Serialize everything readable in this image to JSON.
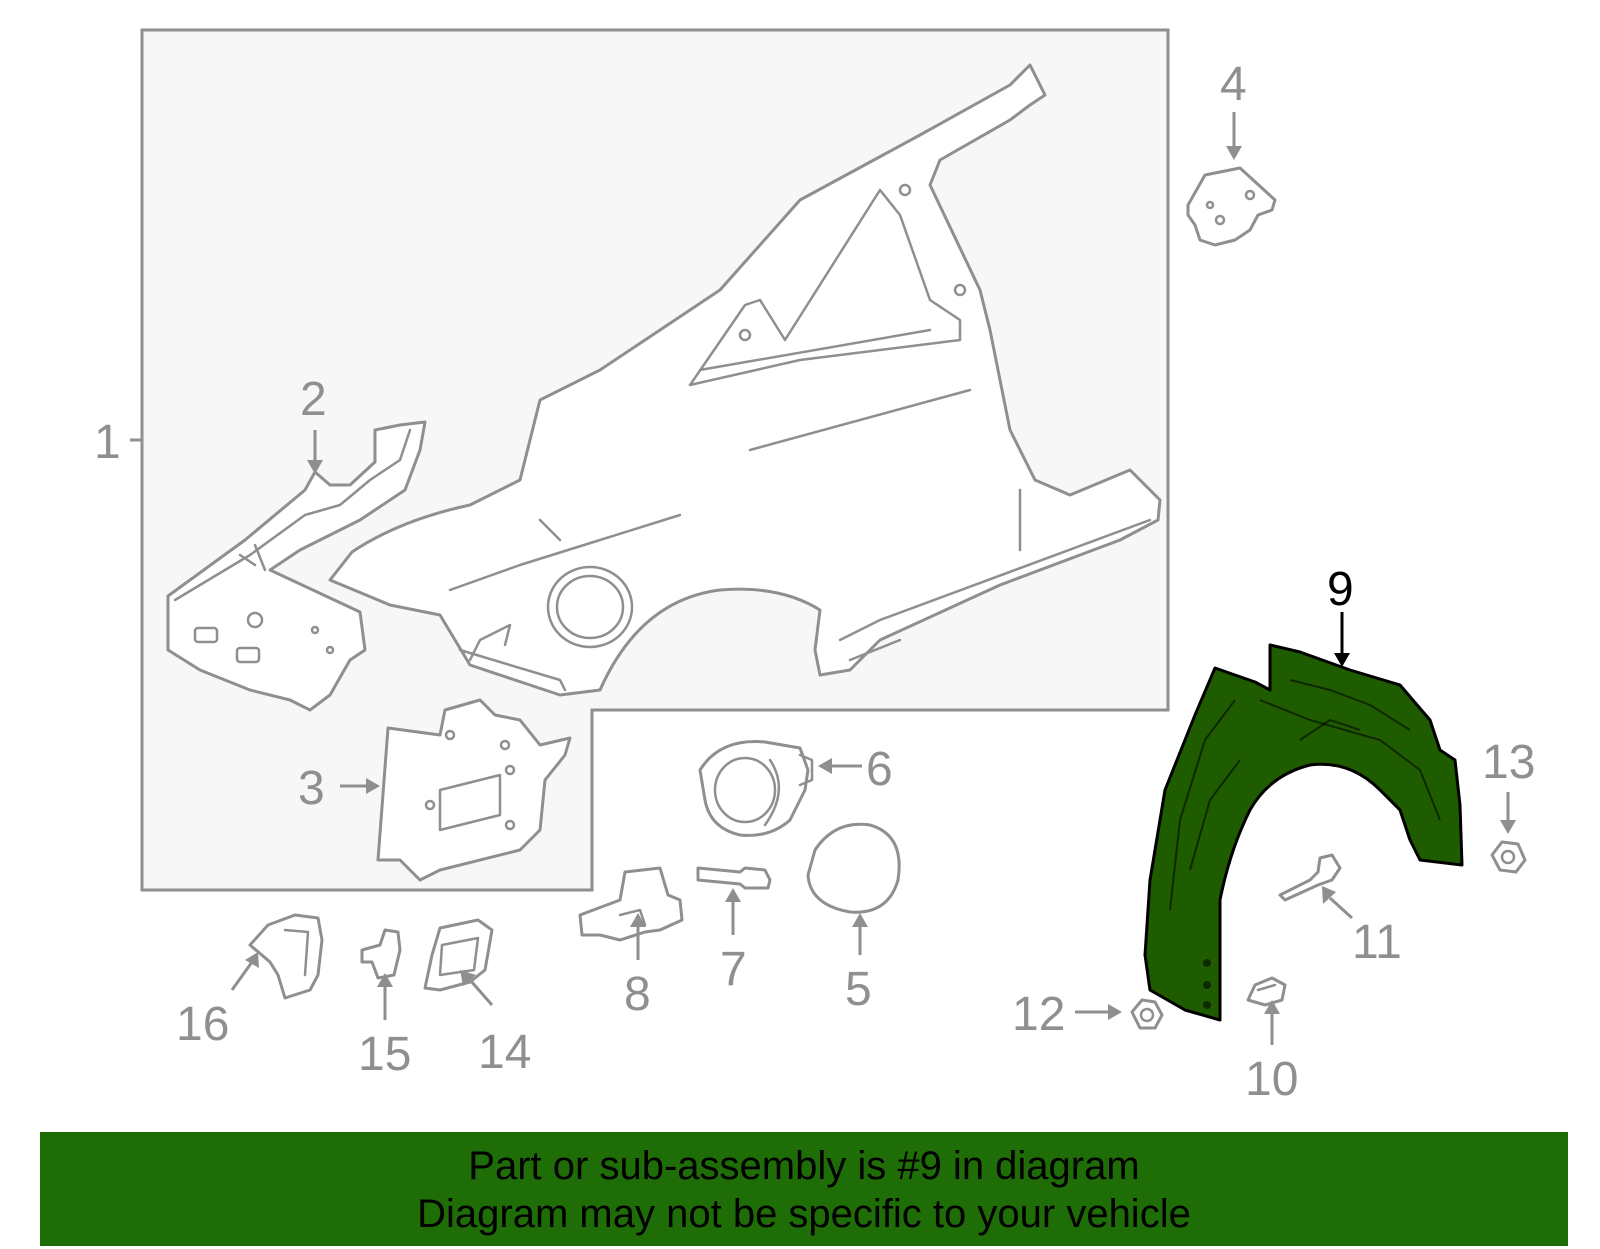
{
  "callouts": [
    {
      "number": "1"
    },
    {
      "number": "2"
    },
    {
      "number": "3"
    },
    {
      "number": "4"
    },
    {
      "number": "5"
    },
    {
      "number": "6"
    },
    {
      "number": "7"
    },
    {
      "number": "8"
    },
    {
      "number": "9",
      "highlighted": true
    },
    {
      "number": "10"
    },
    {
      "number": "11"
    },
    {
      "number": "12"
    },
    {
      "number": "13"
    },
    {
      "number": "14"
    },
    {
      "number": "15"
    },
    {
      "number": "16"
    }
  ],
  "banner": {
    "line1": "Part or sub-assembly is #9 in diagram",
    "line2": "Diagram may not be specific to your vehicle"
  },
  "colors": {
    "highlight_fill": "#1f5c00",
    "banner_background": "#1f6d06",
    "line_art": "#8f8f8f"
  }
}
